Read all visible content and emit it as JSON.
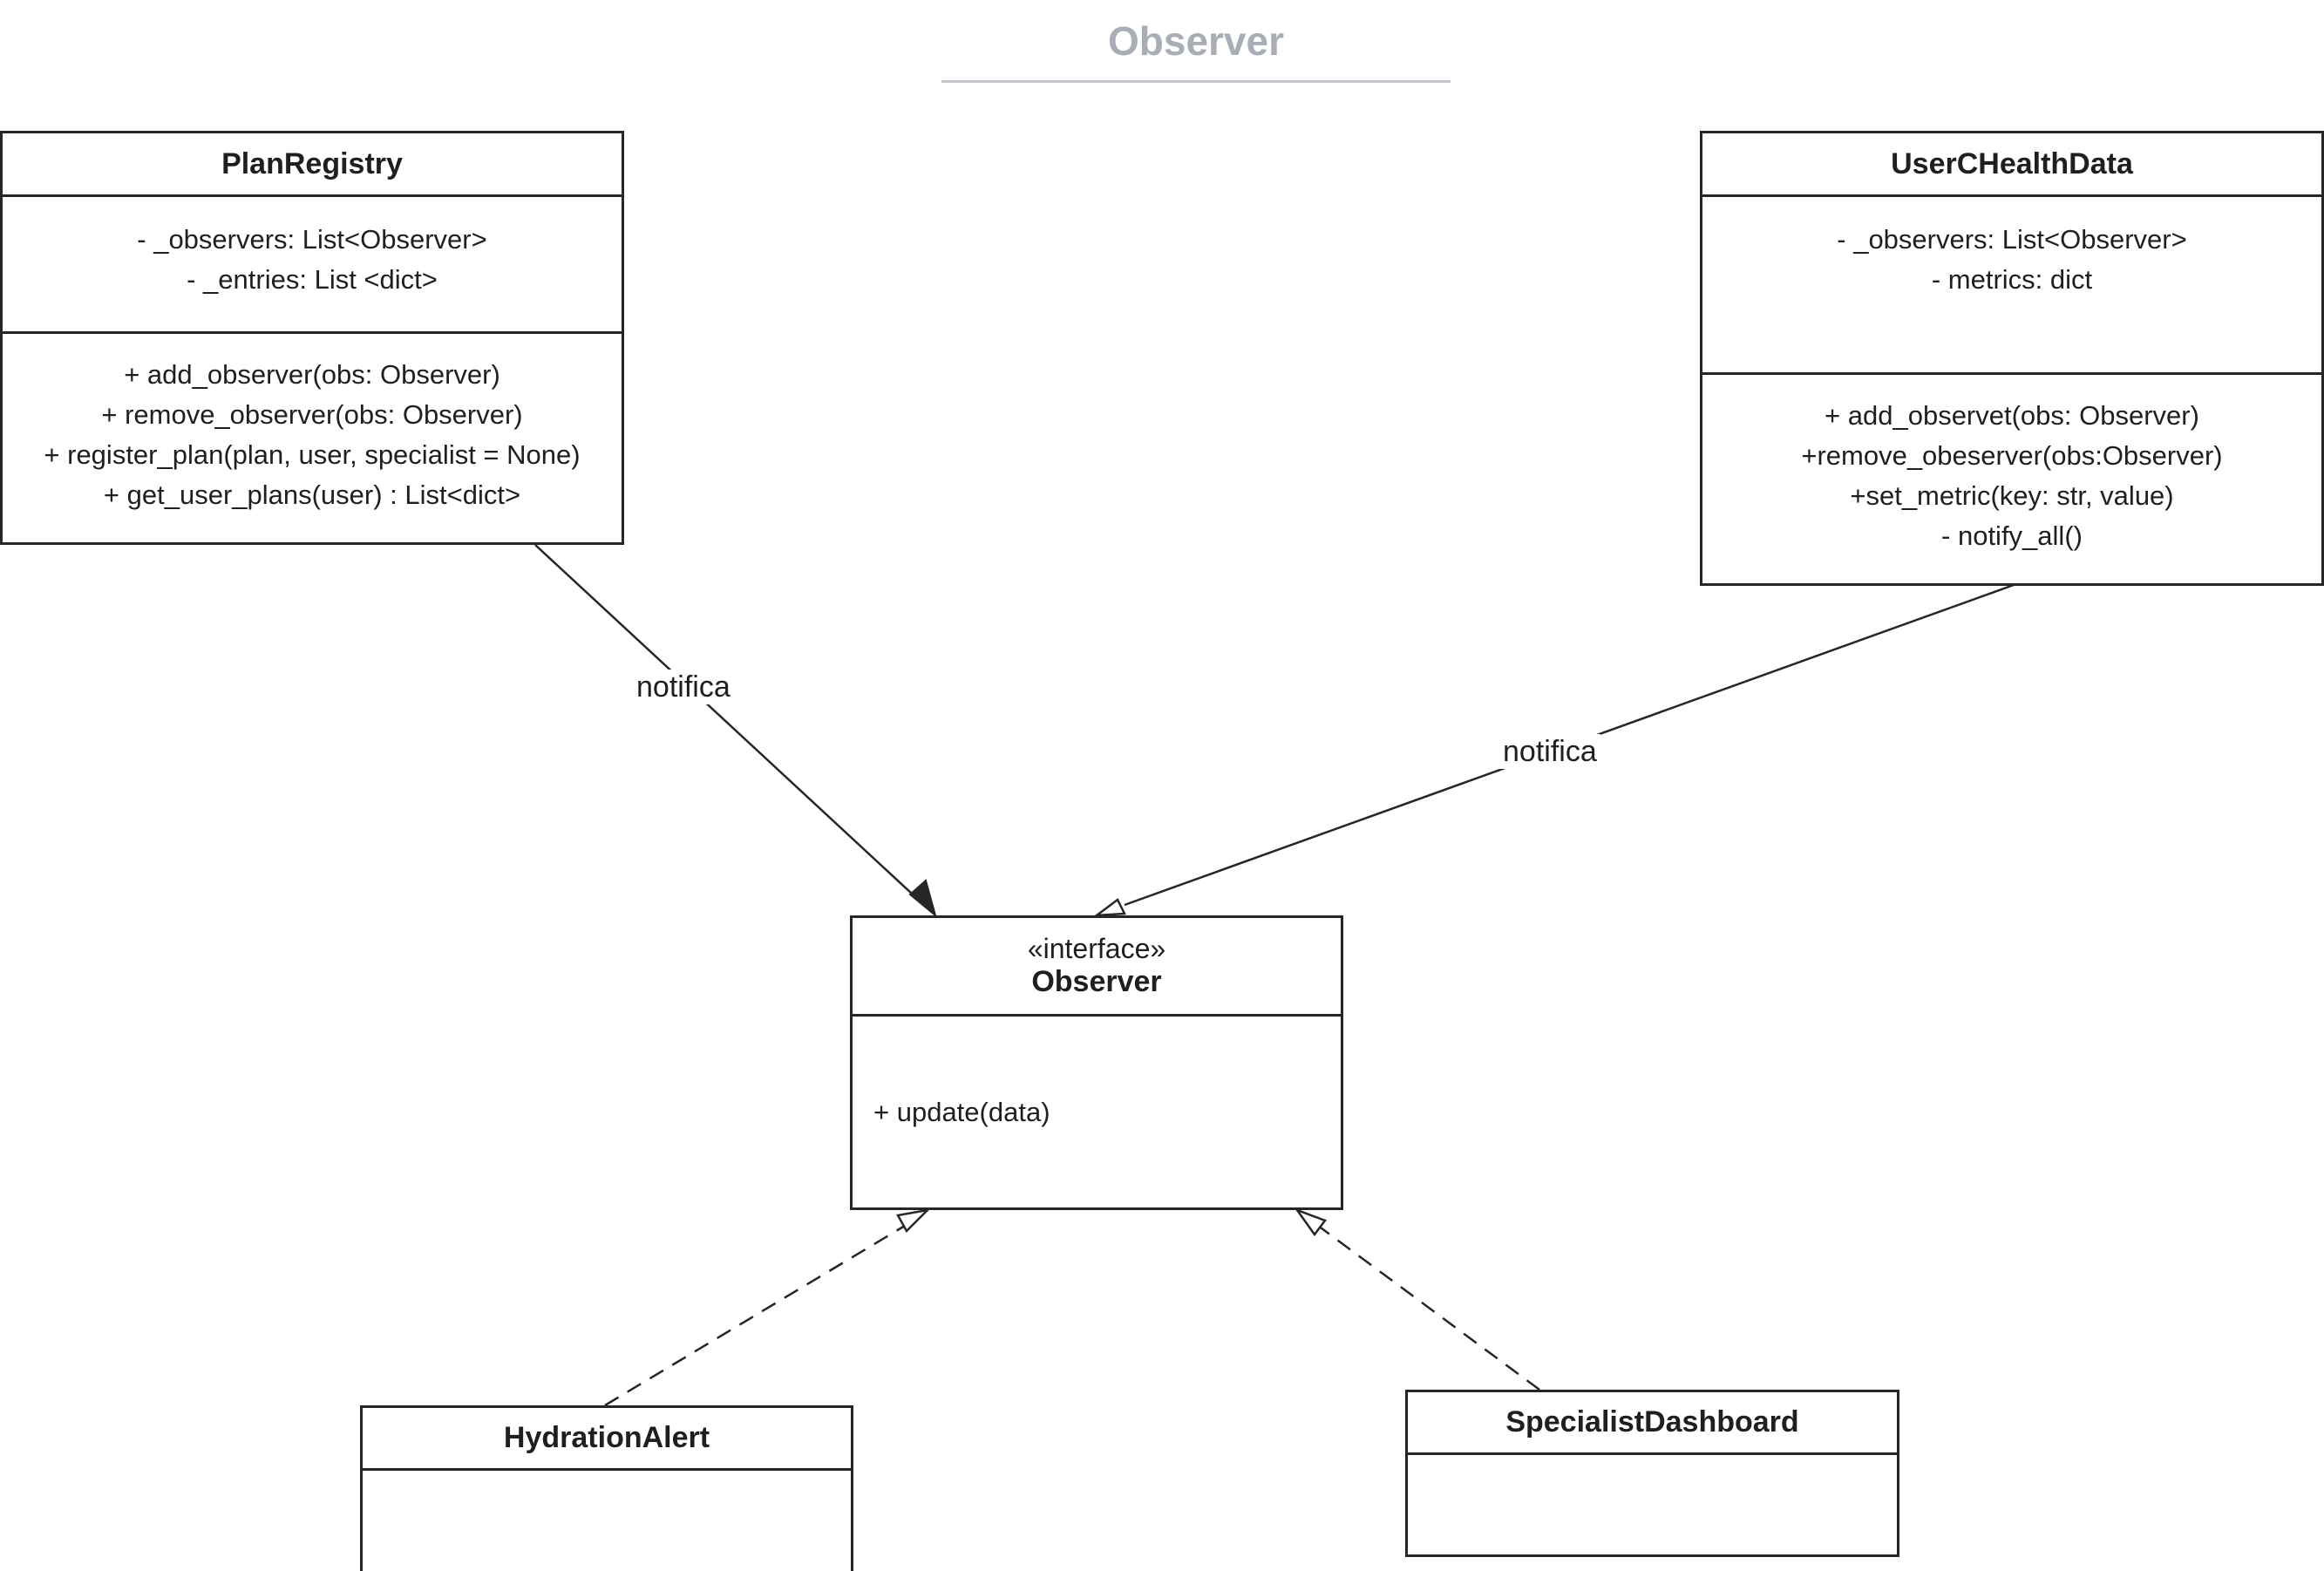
{
  "title": "Observer",
  "classes": {
    "plan_registry": {
      "name": "PlanRegistry",
      "attributes": [
        "- _observers: List<Observer>",
        "- _entries: List <dict>"
      ],
      "methods": [
        "+ add_observer(obs: Observer)",
        "+ remove_observer(obs: Observer)",
        "+ register_plan(plan, user, specialist = None)",
        "+ get_user_plans(user) : List<dict>"
      ]
    },
    "user_health_data": {
      "name": "UserCHealthData",
      "attributes": [
        "- _observers: List<Observer>",
        "- metrics: dict"
      ],
      "methods": [
        "+ add_observet(obs: Observer)",
        "+remove_obeserver(obs:Observer)",
        "+set_metric(key: str, value)",
        "- notify_all()"
      ]
    },
    "observer": {
      "stereotype": "«interface»",
      "name": "Observer",
      "methods": [
        "+ update(data)"
      ]
    },
    "hydration_alert": {
      "name": "HydrationAlert"
    },
    "specialist_dashboard": {
      "name": "SpecialistDashboard"
    }
  },
  "relations": {
    "plan_registry_to_observer": "notifica",
    "user_health_data_to_observer": "notifica"
  }
}
